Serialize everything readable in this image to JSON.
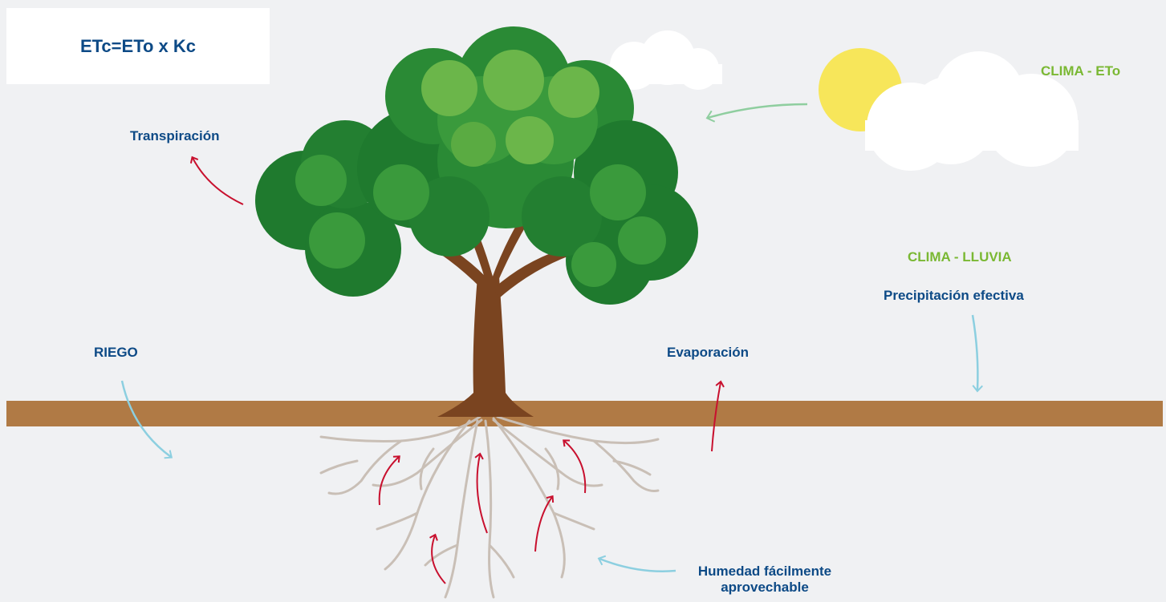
{
  "formula": "ETc=ETo x Kc",
  "labels": {
    "transpiracion": "Transpiración",
    "clima_eto": "CLIMA - ETo",
    "clima_lluvia": "CLIMA - LLUVIA",
    "precipitacion": "Precipitación efectiva",
    "riego": "RIEGO",
    "evaporacion": "Evaporación",
    "humedad_line1": "Humedad fácilmente",
    "humedad_line2": "aprovechable"
  },
  "colors": {
    "background": "#f0f1f3",
    "text_blue": "#0d4a86",
    "text_green": "#7ab833",
    "soil": "#b07a45",
    "arrow_red": "#c8102e",
    "arrow_lightblue": "#8ccfe0",
    "arrow_green": "#8fce9f",
    "sun": "#f7e65a",
    "roots": "#c9bfb6",
    "trunk": "#7a4420",
    "foliage_dark": "#1f7a2e",
    "foliage_mid": "#3a9a3c",
    "foliage_light": "#6bb64a"
  }
}
